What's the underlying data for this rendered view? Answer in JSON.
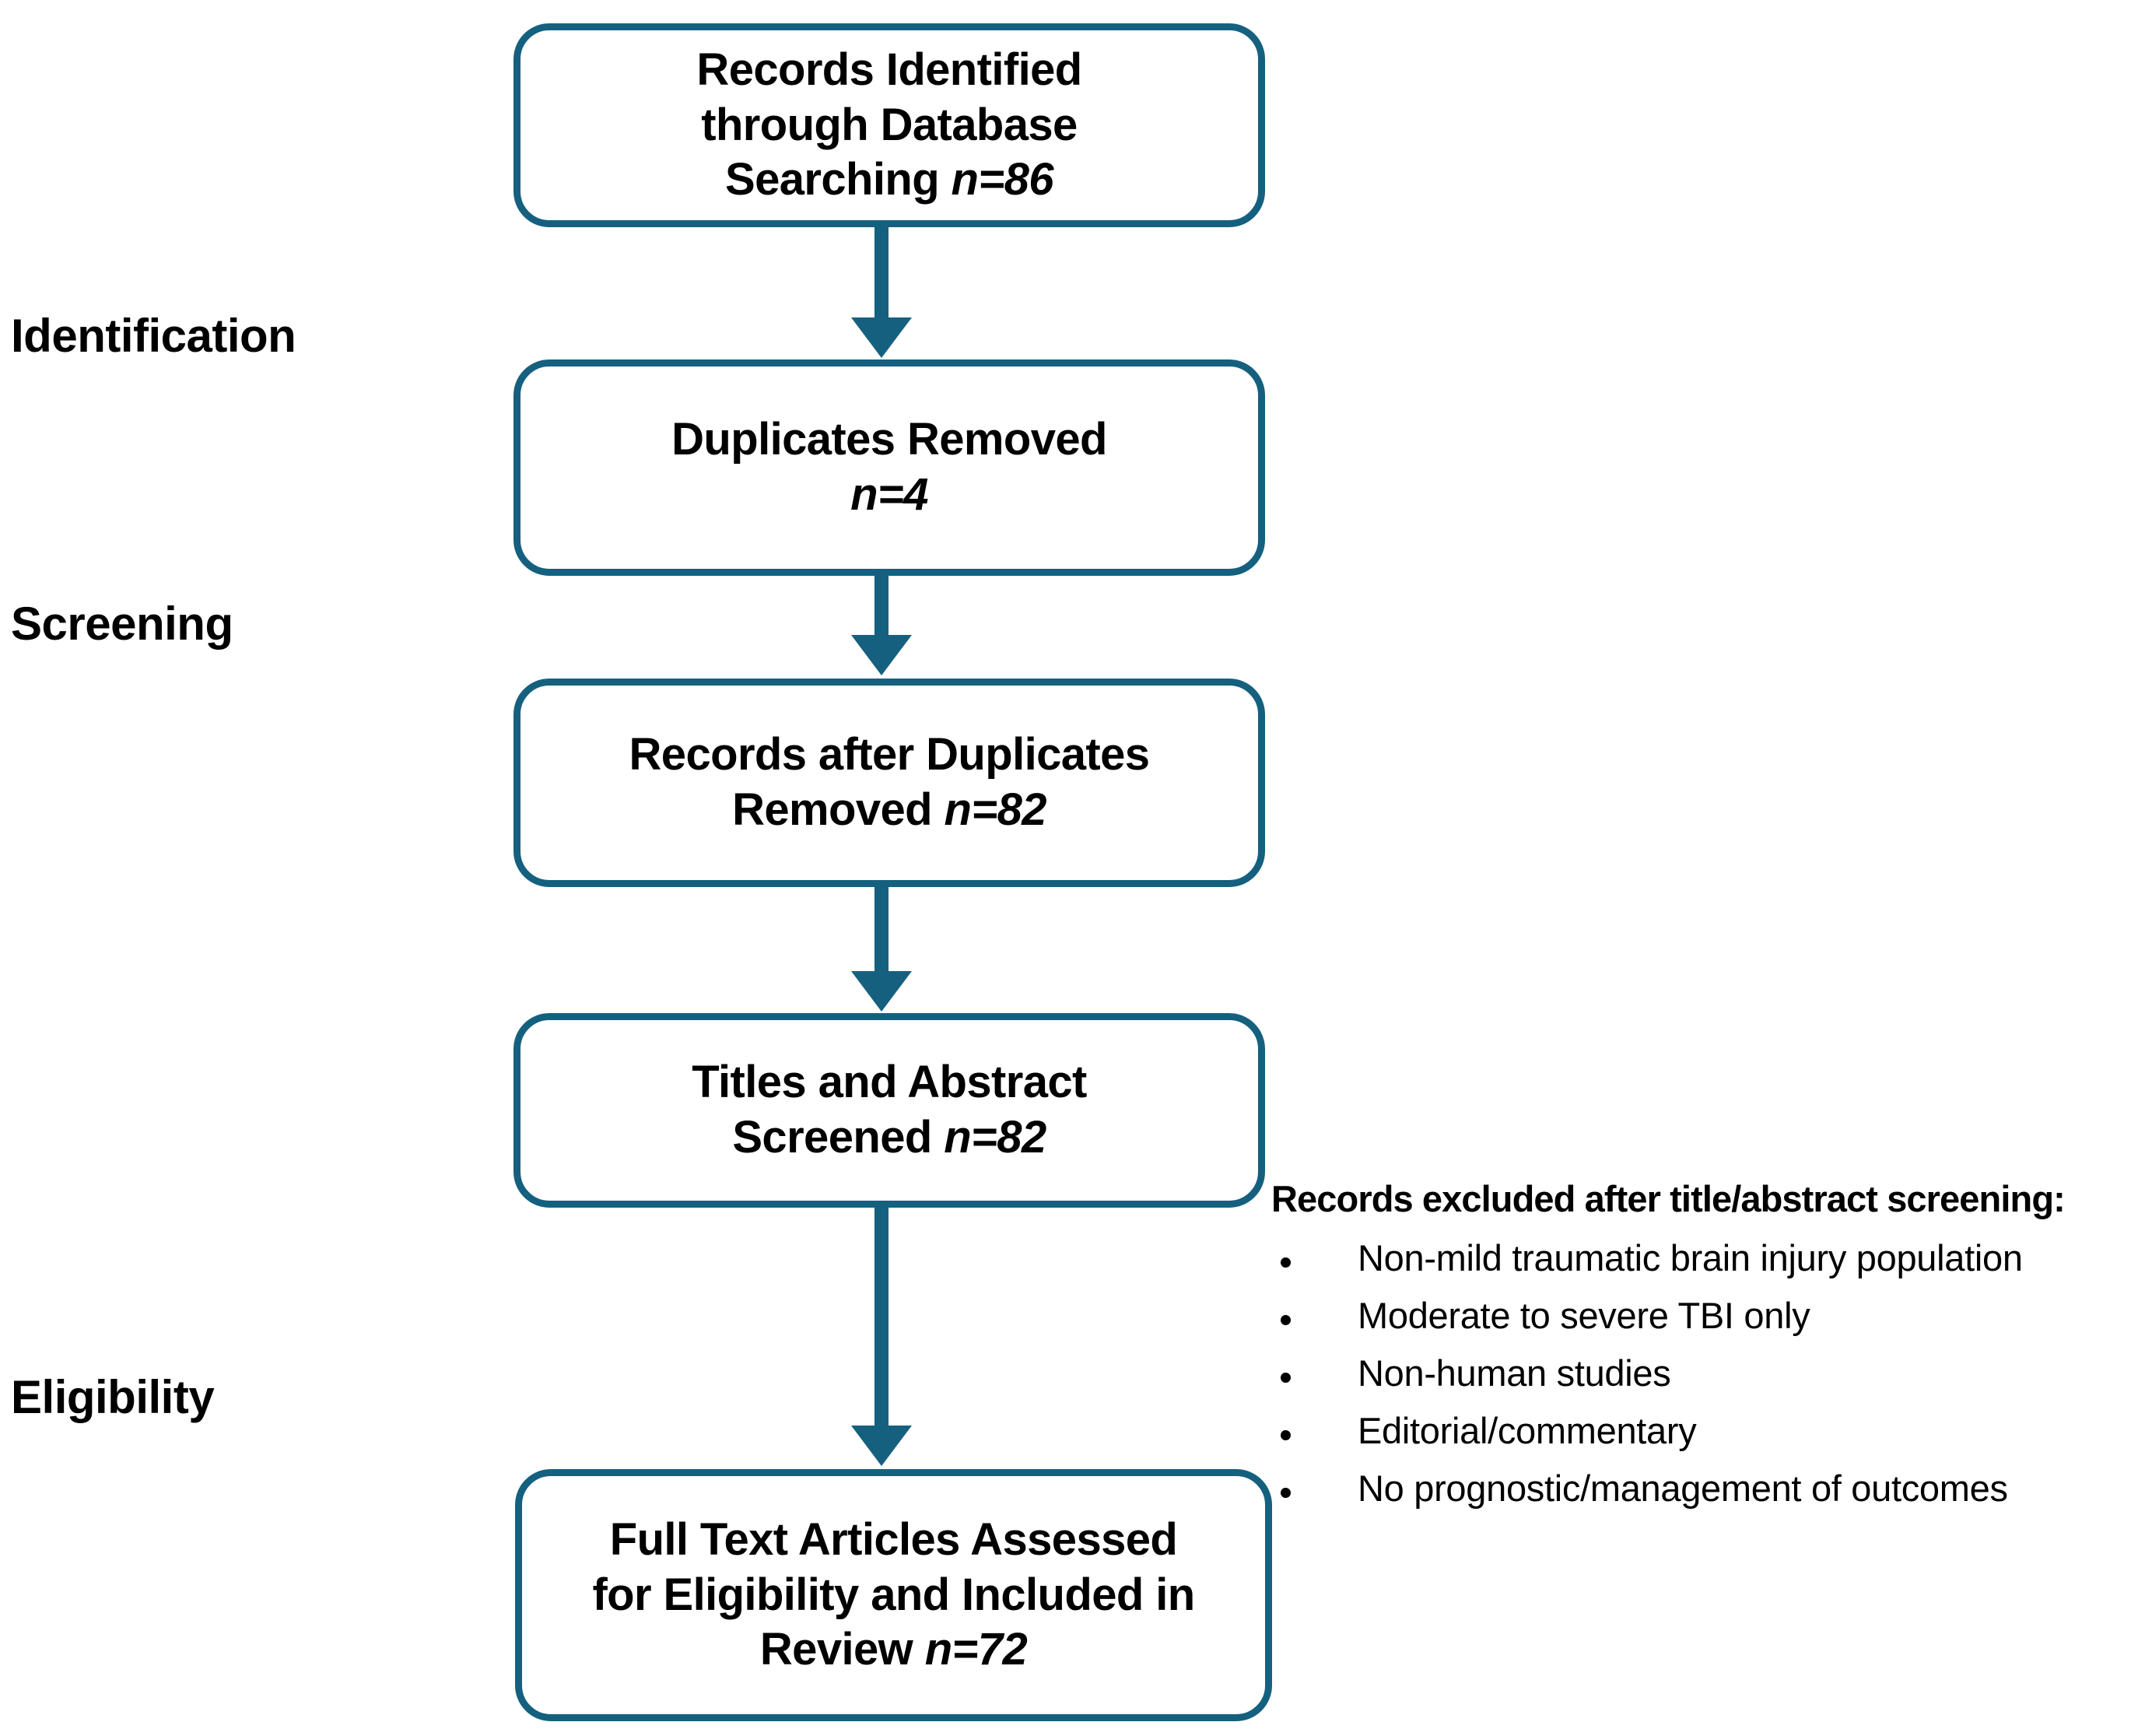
{
  "colors": {
    "box_border": "#15607F",
    "arrow": "#15607F",
    "text": "#000000",
    "background": "#ffffff"
  },
  "stages": {
    "identification": "Identification",
    "screening": "Screening",
    "eligibility": "Eligibility"
  },
  "boxes": [
    {
      "id": "records-identified",
      "line1": "Records Identified",
      "line2": "through Database",
      "line3_label": "Searching ",
      "line3_n": "n=86",
      "count": 86
    },
    {
      "id": "duplicates-removed",
      "line1": "Duplicates Removed",
      "line2_n": "n=4",
      "count": 4
    },
    {
      "id": "records-after-duplicates",
      "line1": "Records after Duplicates",
      "line2_label": "Removed ",
      "line2_n": "n=82",
      "count": 82
    },
    {
      "id": "titles-abstract-screened",
      "line1": "Titles and Abstract",
      "line2_label": "Screened ",
      "line2_n": "n=82",
      "count": 82
    },
    {
      "id": "full-text-articles",
      "line1": "Full Text Articles Assessed",
      "line2": "for Eligibility and Included in",
      "line3_label": "Review ",
      "line3_n": "n=72",
      "count": 72
    }
  ],
  "exclusion_note": {
    "heading": "Records excluded after title/abstract screening:",
    "items": [
      "Non-mild traumatic brain injury population",
      "Moderate to severe TBI only",
      "Non-human studies",
      "Editorial/commentary",
      "No prognostic/management of outcomes"
    ]
  }
}
